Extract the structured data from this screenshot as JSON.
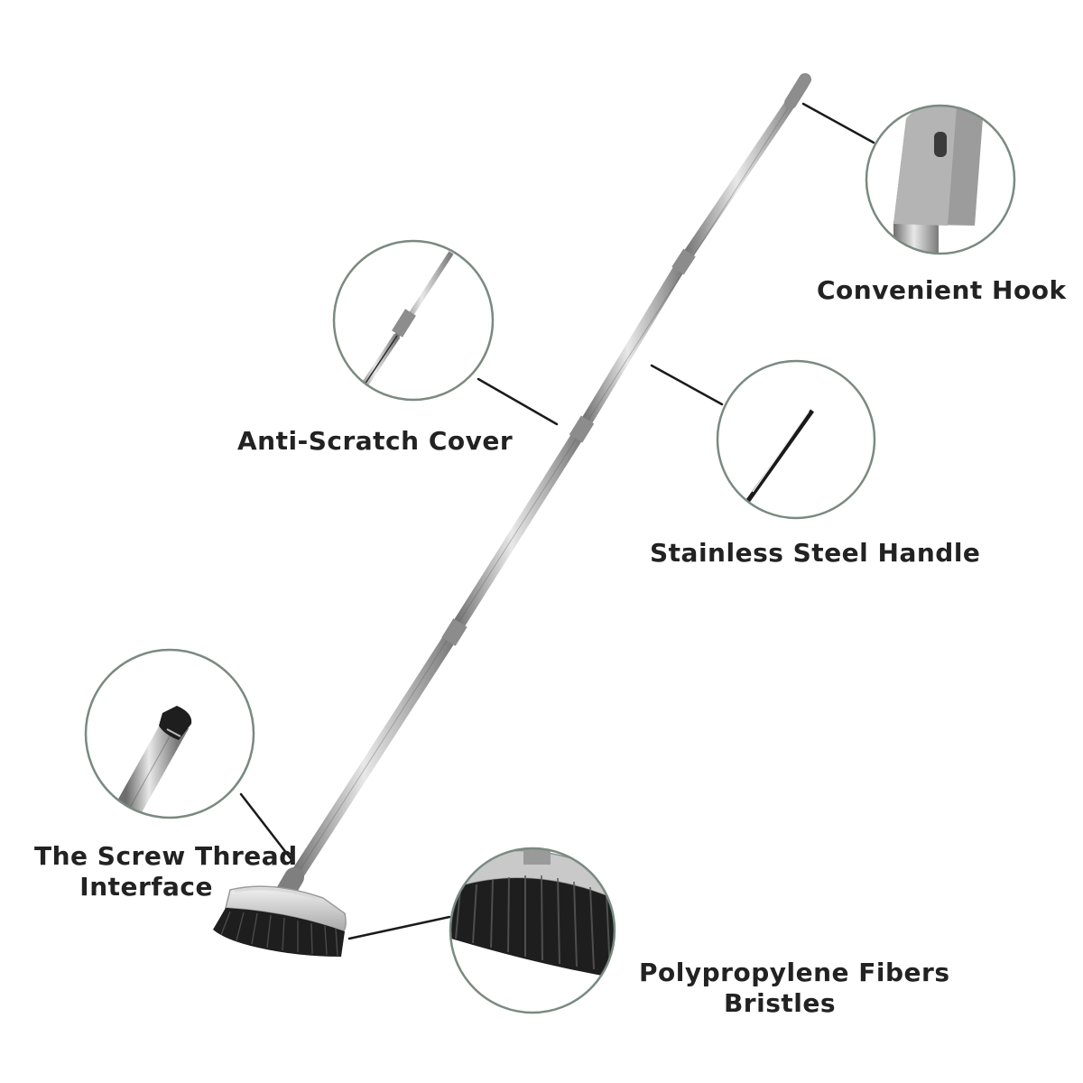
{
  "labels": {
    "hook": "Convenient Hook",
    "cover": "Anti-Scratch Cover",
    "handle": "Stainless Steel Handle",
    "thread_line1": "The Screw Thread",
    "thread_line2": "Interface",
    "bristles_line1": "Polypropylene Fibers",
    "bristles_line2": "Bristles"
  },
  "colors": {
    "circle_border": "#7a8a80",
    "steel": "#b8b8b8",
    "joint_grey": "#8c8c8c",
    "bristle_black": "#1e1e1e",
    "text": "#222222"
  }
}
